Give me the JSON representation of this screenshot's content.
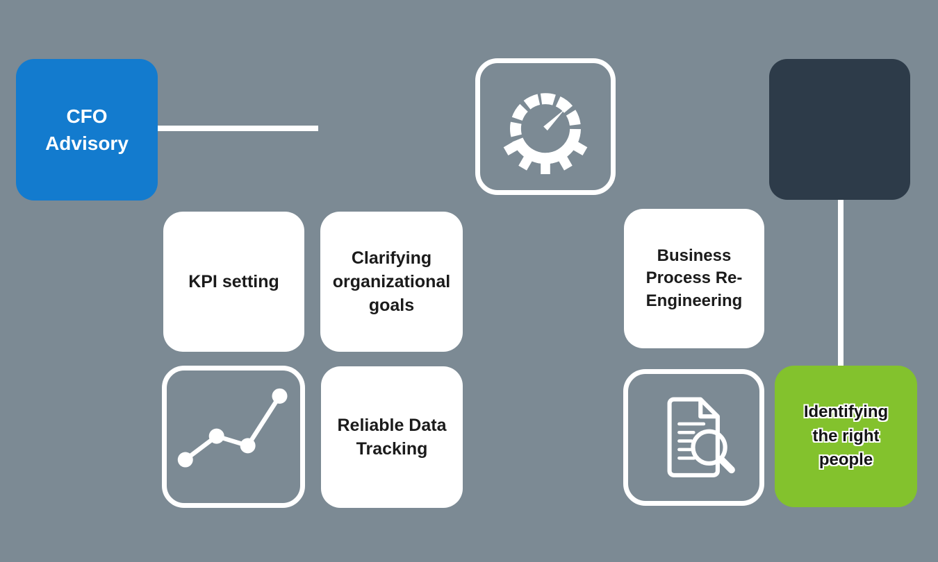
{
  "diagram": {
    "background_color": "#7C8A94",
    "connector_color": "#FFFFFF",
    "text_color": "#1B1B1B",
    "nodes": {
      "cfo": {
        "label": "CFO Advisory",
        "color": "#137BCE",
        "text_color": "#FFFFFF"
      },
      "gauge": {
        "icon": "gauge-gear-icon",
        "icon_color": "#FFFFFF"
      },
      "dark": {
        "label": "",
        "color": "#2D3B49"
      },
      "kpi": {
        "label": "KPI setting",
        "color": "#FFFFFF"
      },
      "clarifying": {
        "label": "Clarifying organizational goals",
        "color": "#FFFFFF"
      },
      "business": {
        "label": "Business Process Re-Engineering",
        "color": "#FFFFFF"
      },
      "chart": {
        "icon": "line-chart-icon",
        "icon_color": "#FFFFFF"
      },
      "reliable": {
        "label": "Reliable Data Tracking",
        "color": "#FFFFFF"
      },
      "docsearch": {
        "icon": "document-search-icon",
        "icon_color": "#FFFFFF"
      },
      "identify": {
        "label": "Identifying the right people",
        "color": "#83C22D",
        "text_color": "#141414",
        "text_outline_color": "#FFFFFF"
      }
    }
  }
}
